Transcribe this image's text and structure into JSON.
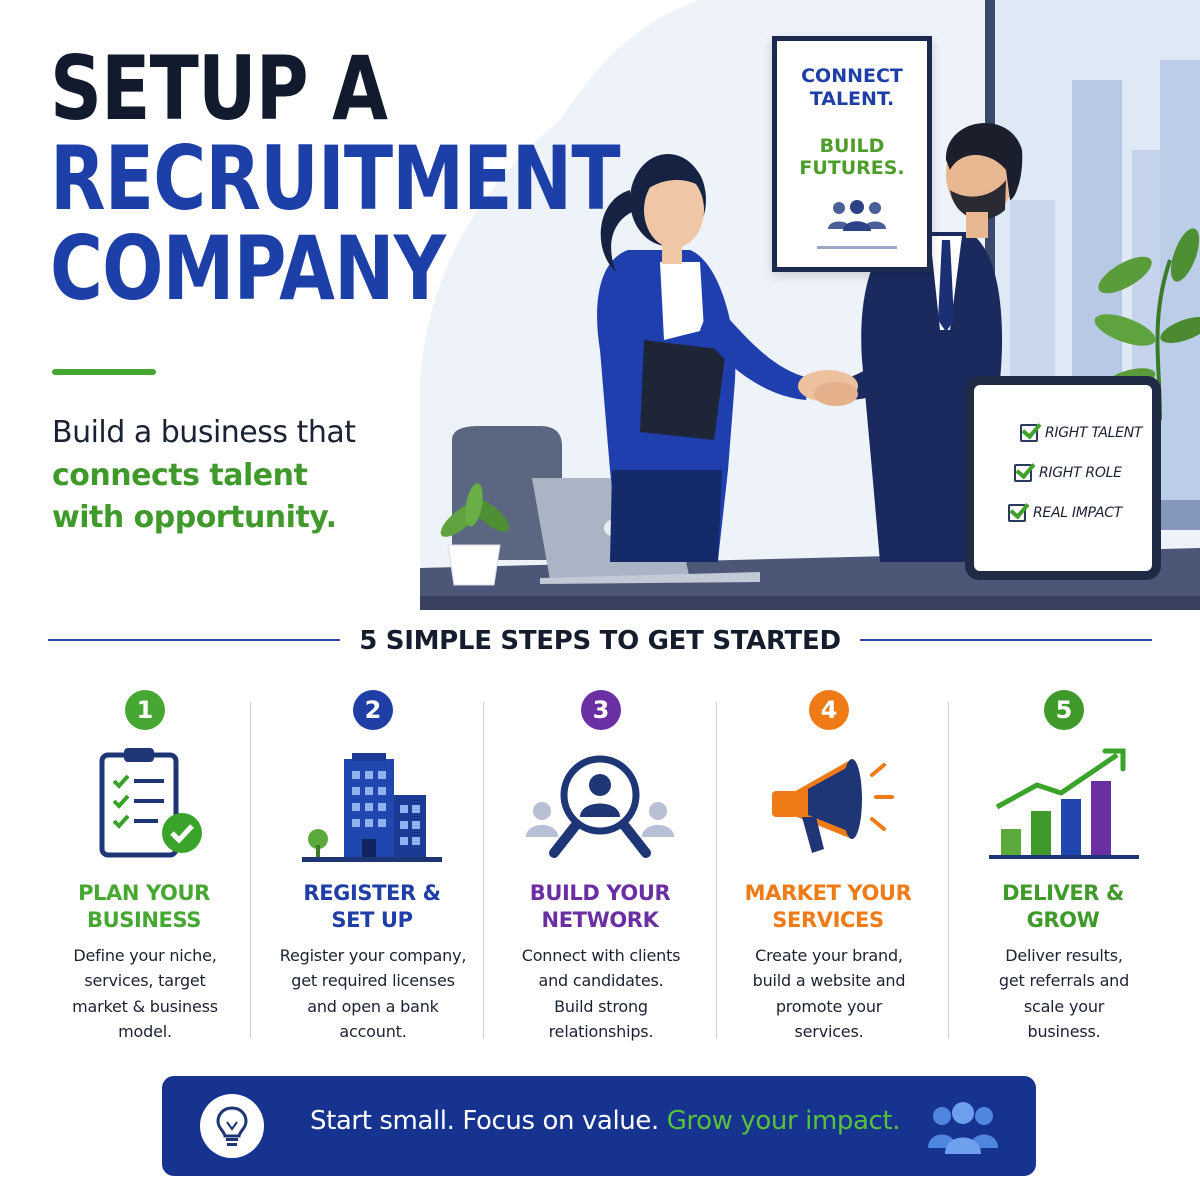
{
  "hero": {
    "title_line1": "SETUP A",
    "title_line2": "RECRUITMENT",
    "title_line3": "COMPANY",
    "tagline_dark": "Build a business that",
    "tagline_green_1": "connects talent",
    "tagline_green_2": "with opportunity.",
    "poster_line1": "CONNECT\nTALENT.",
    "poster_line2": "BUILD\nFUTURES.",
    "checklist": [
      "RIGHT TALENT",
      "RIGHT ROLE",
      "REAL IMPACT"
    ]
  },
  "steps_header": "5 SIMPLE STEPS TO GET STARTED",
  "steps": [
    {
      "number": "1",
      "title": "PLAN YOUR\nBUSINESS",
      "desc": "Define your niche,\nservices, target\nmarket & business\nmodel.",
      "color": "#47a733",
      "icon": "checklist-icon"
    },
    {
      "number": "2",
      "title": "REGISTER &\nSET UP",
      "desc": "Register your company,\nget required licenses\nand open a bank\naccount.",
      "color": "#1f3ea6",
      "icon": "building-icon"
    },
    {
      "number": "3",
      "title": "BUILD YOUR\nNETWORK",
      "desc": "Connect with clients\nand candidates.\nBuild strong\nrelationships.",
      "color": "#6a2fa3",
      "icon": "network-search-icon"
    },
    {
      "number": "4",
      "title": "MARKET YOUR\nSERVICES",
      "desc": "Create your brand,\nbuild a website and\npromote your\nservices.",
      "color": "#ef7b16",
      "icon": "megaphone-icon"
    },
    {
      "number": "5",
      "title": "DELIVER &\nGROW",
      "desc": "Deliver results,\nget referrals and\nscale your\nbusiness.",
      "color": "#3f9a2b",
      "icon": "growth-chart-icon"
    }
  ],
  "footer": {
    "message_white": "Start small. Focus on value. ",
    "message_green": "Grow your impact."
  },
  "colors": {
    "navy": "#15338f",
    "brand_blue": "#1c3fa8",
    "green": "#47a733",
    "purple": "#6a2fa3",
    "orange": "#ef7b16"
  }
}
